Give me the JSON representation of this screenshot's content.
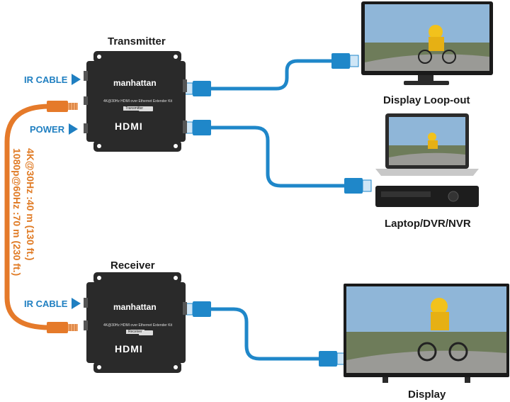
{
  "devices": {
    "transmitter": {
      "title": "Transmitter",
      "brand": "manhattan",
      "model": "4K@30Hz HDMI over Ethernet Extender Kit",
      "unit_label": "Transmitter",
      "logo": "HDMI"
    },
    "receiver": {
      "title": "Receiver",
      "brand": "manhattan",
      "model": "4K@30Hz HDMI over Ethernet Extender Kit",
      "unit_label": "Receiver",
      "logo": "HDMI"
    }
  },
  "side_labels": {
    "ir_cable_top": "IR CABLE",
    "power": "POWER",
    "ir_cable_bottom": "IR CABLE"
  },
  "outputs": {
    "loop_out": "Display Loop-out",
    "source": "Laptop/DVR/NVR",
    "display": "Display"
  },
  "cable_spec": {
    "line1": "4K@30Hz :40 m (130 ft.)",
    "line2": "1080p@60Hz :70 m (230 ft.)"
  },
  "colors": {
    "hdmi_cable": "#1f87c9",
    "ethernet_cable": "#e57a2a",
    "label_blue": "#1f7fc1",
    "device_body": "#2a2a2a"
  }
}
